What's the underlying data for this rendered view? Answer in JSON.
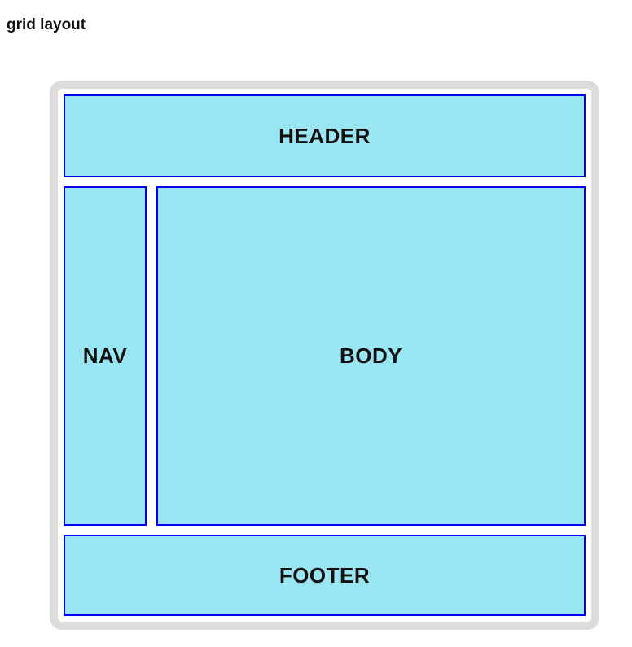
{
  "page": {
    "title": "grid layout"
  },
  "layout_demo": {
    "regions": {
      "header": {
        "label": "HEADER"
      },
      "nav": {
        "label": "NAV"
      },
      "body": {
        "label": "BODY"
      },
      "footer": {
        "label": "FOOTER"
      }
    },
    "colors": {
      "region_fill": "#99e5f2",
      "region_border": "#0000ee",
      "container_border": "#dcdcdc",
      "label_text": "#111111"
    }
  }
}
